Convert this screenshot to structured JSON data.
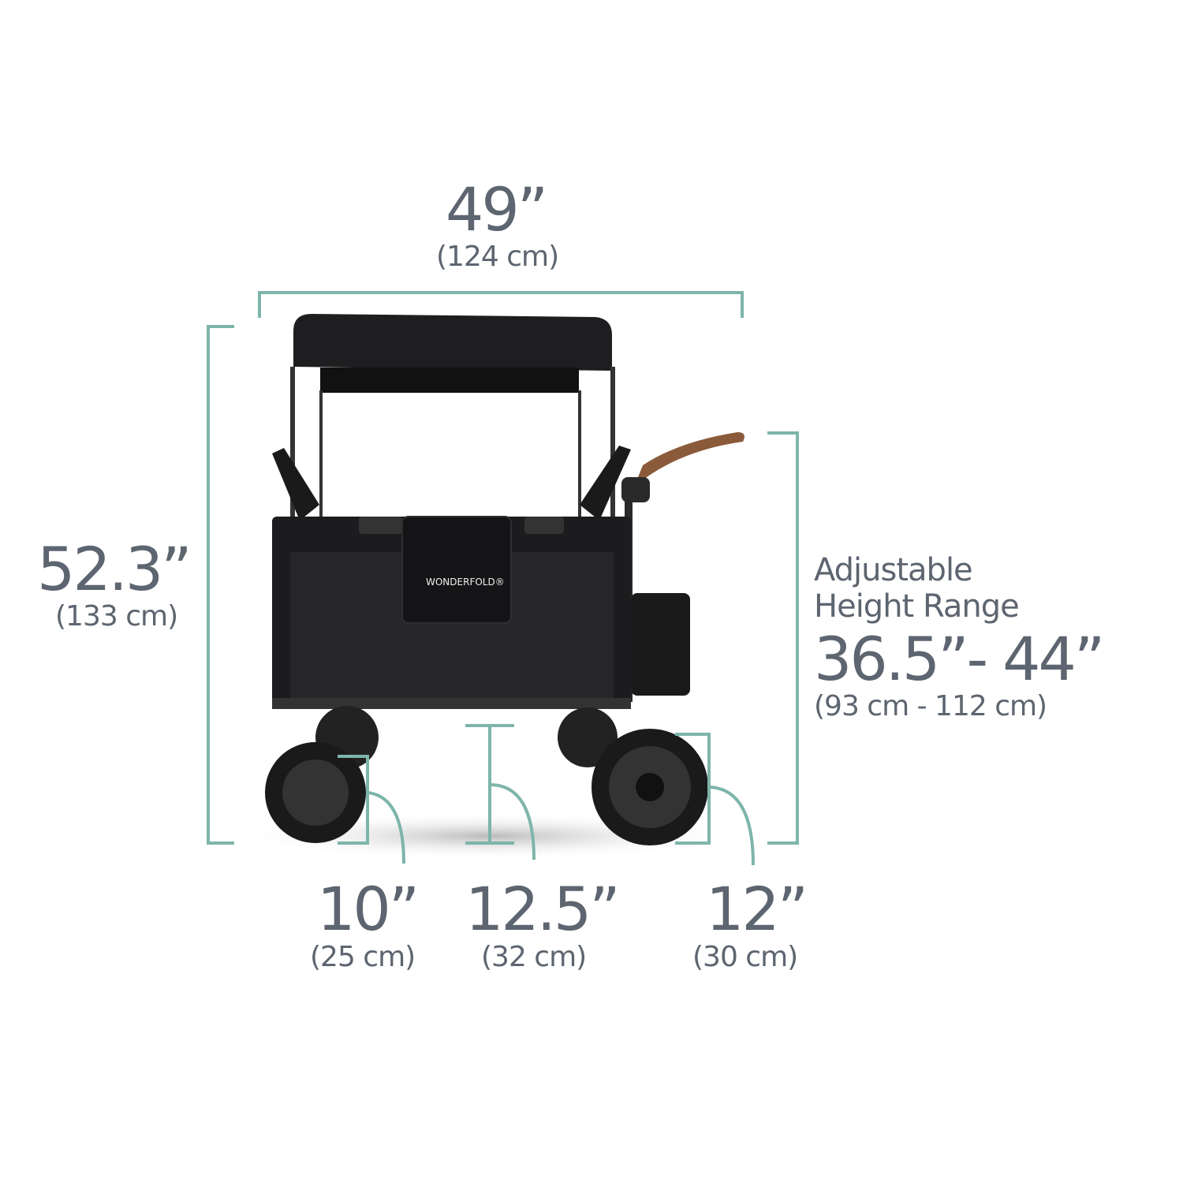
{
  "brand_logo": "WONDERFOLD®",
  "dimensions": {
    "width": {
      "imperial": "49”",
      "metric": "(124 cm)"
    },
    "height": {
      "imperial": "52.3”",
      "metric": "(133 cm)"
    },
    "handle": {
      "label_line1": "Adjustable",
      "label_line2": "Height Range",
      "imperial": "36.5”- 44”",
      "metric": "(93 cm - 112 cm)"
    },
    "front_wheel": {
      "imperial": "10”",
      "metric": "(25 cm)"
    },
    "ground_clearance": {
      "imperial": "12.5”",
      "metric": "(32 cm)"
    },
    "rear_wheel": {
      "imperial": "12”",
      "metric": "(30 cm)"
    }
  },
  "colors": {
    "dimension_line": "#7db5aa",
    "text": "#5d6570",
    "product": "#1c1c1e",
    "handle_leather": "#8a5a3a"
  }
}
